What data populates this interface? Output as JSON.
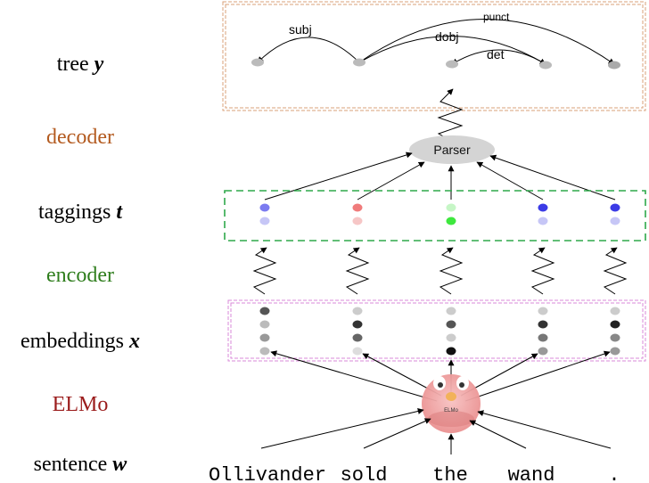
{
  "rows": {
    "tree": {
      "label": "tree",
      "var": "y",
      "color": "#000000"
    },
    "decoder": {
      "label": "decoder",
      "color": "#b35a1f"
    },
    "taggings": {
      "label": "taggings",
      "var": "t",
      "color": "#000000"
    },
    "encoder": {
      "label": "encoder",
      "color": "#2e7d1c"
    },
    "embeddings": {
      "label": "embeddings",
      "var": "x",
      "color": "#000000"
    },
    "elmo": {
      "label": "ELMo",
      "color": "#9b1c1c"
    },
    "sentence": {
      "label": "sentence",
      "var": "w",
      "color": "#000000"
    }
  },
  "parser_label": "Parser",
  "elmo_badge_label": "ELMo",
  "tokens": [
    "Ollivander",
    "sold",
    "the",
    "wand",
    "."
  ],
  "dependency_arcs": [
    {
      "label": "subj"
    },
    {
      "label": "punct"
    },
    {
      "label": "dobj"
    },
    {
      "label": "det"
    }
  ],
  "colors": {
    "tree_box": "#d9a07a",
    "tagging_box": "#2ea84a",
    "embedding_box": "#d98ad9",
    "parser_fill": "#d4d4d4",
    "elmo_fill": "#f2a7a7"
  },
  "taggings": [
    {
      "top": "#7b7bf0",
      "bottom": "#c6c6f6"
    },
    {
      "top": "#f07b7b",
      "bottom": "#f6c6c6"
    },
    {
      "top": "#c6f6c6",
      "bottom": "#3ee83e"
    },
    {
      "top": "#3b3be6",
      "bottom": "#c6c6f6"
    },
    {
      "top": "#3b3be6",
      "bottom": "#c6c6f6"
    }
  ],
  "embeddings": [
    [
      "#555555",
      "#bbbbbb",
      "#999999",
      "#bbbbbb"
    ],
    [
      "#cccccc",
      "#333333",
      "#666666",
      "#dddddd"
    ],
    [
      "#cccccc",
      "#555555",
      "#cccccc",
      "#111111"
    ],
    [
      "#cccccc",
      "#333333",
      "#777777",
      "#999999"
    ],
    [
      "#cccccc",
      "#222222",
      "#888888",
      "#999999"
    ]
  ]
}
